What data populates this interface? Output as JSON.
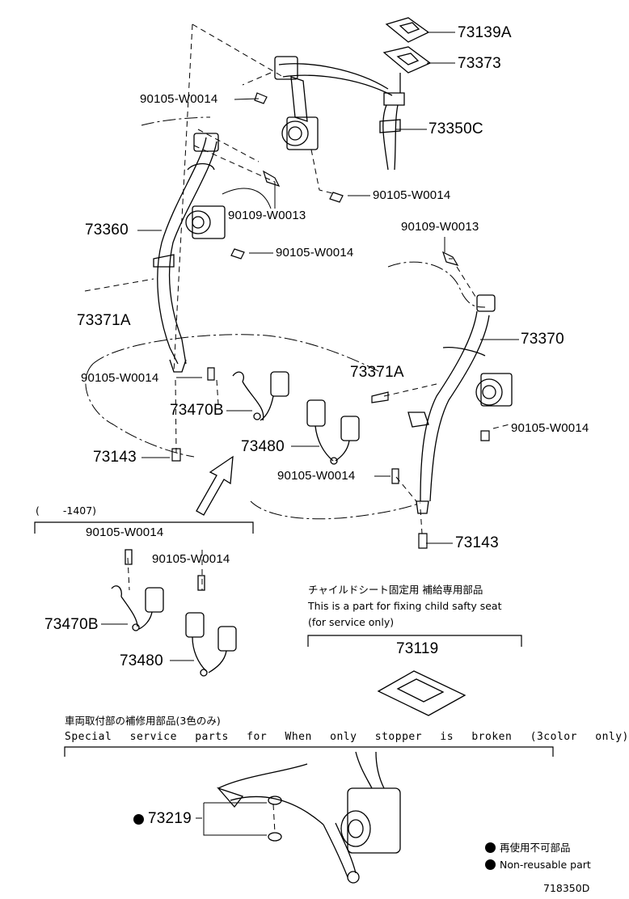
{
  "parts": {
    "p73139A": "73139A",
    "p73373": "73373",
    "p90105_top": "90105-W0014",
    "p73350C": "73350C",
    "p90105_upper_mid": "90105-W0014",
    "p73360": "73360",
    "p90109_left": "90109-W0013",
    "p90109_right": "90109-W0013",
    "p90105_left_mid": "90105-W0014",
    "p73371A_left": "73371A",
    "p73370": "73370",
    "p90105_left_low": "90105-W0014",
    "p73371A_right": "73371A",
    "p73470B_main": "73470B",
    "p90105_right_low": "90105-W0014",
    "p73143_left": "73143",
    "p73480_main": "73480",
    "p90105_center_low": "90105-W0014",
    "p73143_right": "73143",
    "p90105_inset_a": "90105-W0014",
    "p90105_inset_b": "90105-W0014",
    "p73470B_inset": "73470B",
    "p73480_inset": "73480",
    "p73119": "73119",
    "p73219": "73219"
  },
  "inset_range": "(　　 -1407)",
  "notes": {
    "child_seat_jp": "チャイルドシート固定用 補給専用部品",
    "child_seat_en1": "This is a part for fixing child safty seat",
    "child_seat_en2": "(for service only)",
    "special_jp": "車両取付部の補修用部品(3色のみ)",
    "special_en": "Special service parts for When only stopper is broken (3color only)"
  },
  "legend": {
    "jp": "再使用不可部品",
    "en": "Non-reusable part"
  },
  "diagram_id": "718350D"
}
